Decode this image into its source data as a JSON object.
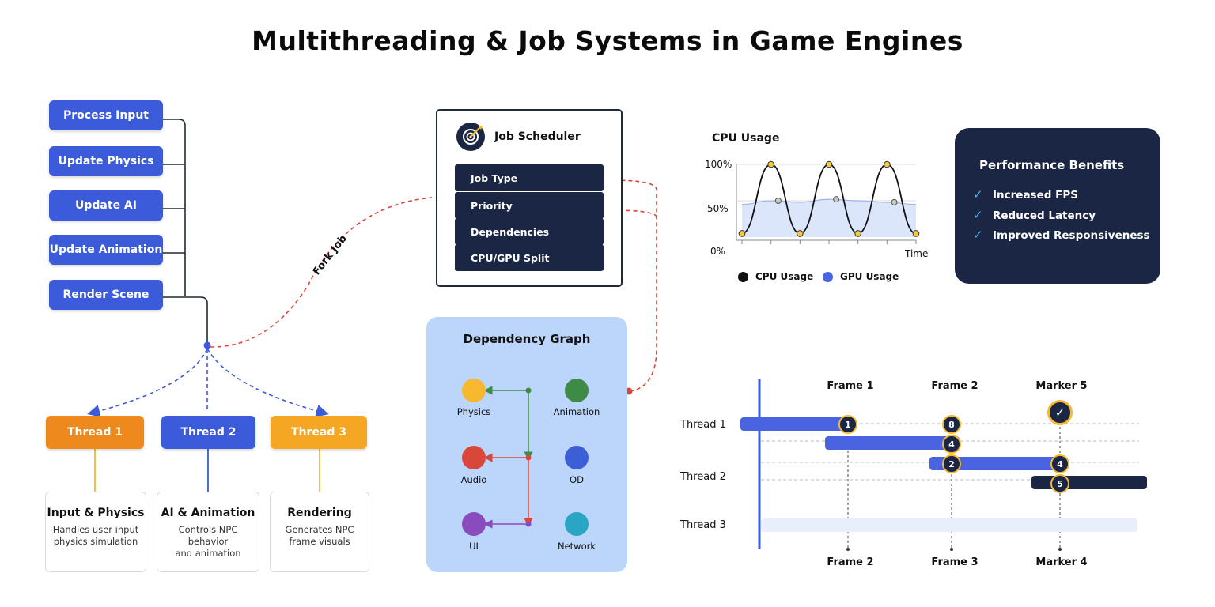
{
  "title": "Multithreading & Job Systems in Game Engines",
  "pipeline": {
    "steps": [
      "Process Input",
      "Update Physics",
      "Update AI",
      "Update Animation",
      "Render Scene"
    ],
    "fork_label": "Fork Job"
  },
  "threads": [
    {
      "label": "Thread 1",
      "color": "#ee8a1d",
      "card_title": "Input & Physics",
      "card_desc": [
        "Handles user input",
        "physics simulation"
      ]
    },
    {
      "label": "Thread 2",
      "color": "#3b5bdb",
      "card_title": "AI & Animation",
      "card_desc": [
        "Controls NPC behavior",
        "and animation"
      ]
    },
    {
      "label": "Thread 3",
      "color": "#f5a623",
      "card_title": "Rendering",
      "card_desc": [
        "Generates NPC",
        "frame visuals"
      ]
    }
  ],
  "scheduler": {
    "title": "Job Scheduler",
    "rows": [
      "Job Type",
      "Priority",
      "Dependencies",
      "CPU/GPU Split"
    ]
  },
  "dependency_graph": {
    "title": "Dependency Graph",
    "nodes": [
      {
        "label": "Physics",
        "color": "#f5b82e"
      },
      {
        "label": "Animation",
        "color": "#3d8b47"
      },
      {
        "label": "Audio",
        "color": "#d9473b"
      },
      {
        "label": "OD",
        "color": "#3d5fd6"
      },
      {
        "label": "UI",
        "color": "#8a4bbd"
      },
      {
        "label": "Network",
        "color": "#2aa6c4"
      }
    ]
  },
  "chart_data": {
    "type": "line",
    "title": "CPU Usage",
    "xlabel": "Time",
    "ylabel": "",
    "y_ticks": [
      "100%",
      "50%",
      "0%"
    ],
    "ylim": [
      0,
      100
    ],
    "series": [
      {
        "name": "CPU Usage",
        "color": "#111111",
        "values": [
          5,
          100,
          5,
          100,
          5,
          100,
          5
        ]
      },
      {
        "name": "GPU Usage",
        "color": "#4a63e0",
        "values": [
          45,
          50,
          48,
          52,
          50,
          48,
          45
        ]
      }
    ],
    "legend": "bottom"
  },
  "performance": {
    "title": "Performance Benefits",
    "items": [
      "Increased FPS",
      "Reduced Latency",
      "Improved Responsiveness"
    ]
  },
  "timeline": {
    "threads": [
      "Thread 1",
      "Thread 2",
      "Thread 3"
    ],
    "top_labels": [
      "Frame 1",
      "Frame 2",
      "Marker 5"
    ],
    "bottom_labels": [
      "Frame 2",
      "Frame 3",
      "Marker 4"
    ],
    "markers": [
      "1",
      "8",
      "4",
      "2",
      "4",
      "5"
    ]
  }
}
